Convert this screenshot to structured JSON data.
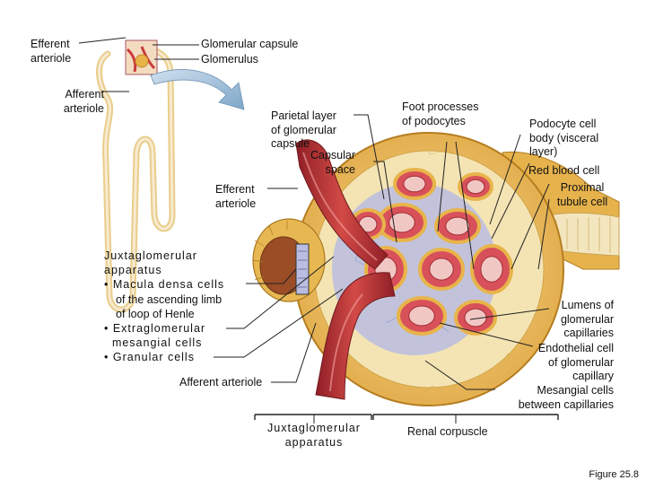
{
  "labels": {
    "efferent_arteriole_top": "Efferent\narteriole",
    "glomerular_capsule": "Glomerular capsule",
    "glomerulus": "Glomerulus",
    "afferent_arteriole_top": "Afferent\narteriole",
    "parietal_layer": "Parietal layer\nof glomerular\ncapsule",
    "capsular_space": "Capsular\nspace",
    "foot_processes": "Foot processes\nof podocytes",
    "podocyte_cell_body": "Podocyte cell\nbody (visceral\nlayer)",
    "red_blood_cell": "Red blood cell",
    "proximal_tubule_cell": "Proximal\ntubule cell",
    "efferent_arteriole_mid": "Efferent\narteriole",
    "jga_heading": "Juxtaglomerular\napparatus",
    "macula_densa": "• Macula densa cells",
    "macula_densa_sub": "of the ascending limb\nof loop of Henle",
    "extraglomerular_mesangial": "• Extraglomerular\n  mesangial cells",
    "granular_cells": "• Granular cells",
    "afferent_arteriole_bottom": "Afferent arteriole",
    "lumens": "Lumens of\nglomerular\ncapillaries",
    "endothelial_cell": "Endothelial cell\nof glomerular\ncapillary",
    "mesangial_cells": "Mesangial cells\nbetween capillaries",
    "jga_bracket": "Juxtaglomerular\napparatus",
    "renal_corpuscle": "Renal corpuscle",
    "figure": "Figure 25.8"
  },
  "colors": {
    "capsule": "#e8b44a",
    "capsule_light": "#f3d488",
    "arteriole": "#c93a3a",
    "arteriole_dark": "#8f1f26",
    "capillary": "#d8515a",
    "mesangial": "#a3a7d6",
    "tubule": "#f0e2b6",
    "arrow": "#8fb6d6"
  }
}
